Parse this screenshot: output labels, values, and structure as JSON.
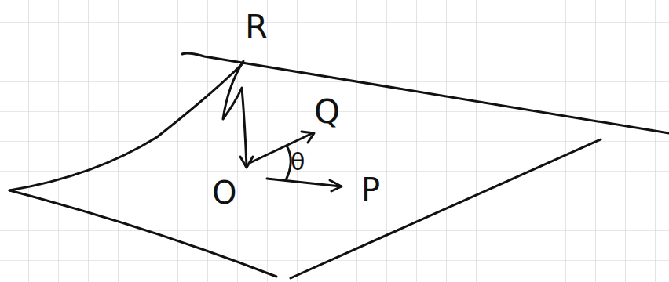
{
  "diagram": {
    "labels": [
      "R",
      "Q",
      "θ",
      "O",
      "P"
    ]
  }
}
